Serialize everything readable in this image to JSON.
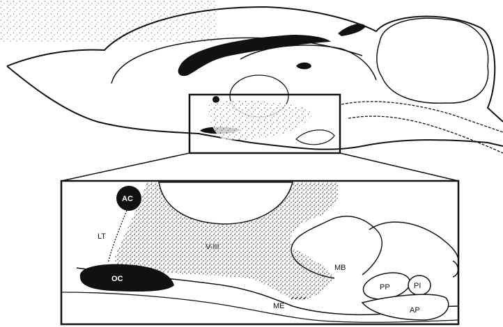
{
  "labels": {
    "ac": "AC",
    "lt": "LT",
    "v3": "V-III",
    "oc": "OC",
    "mb": "MB",
    "pp": "PP",
    "pi": "PI",
    "me": "ME",
    "ap": "AP"
  },
  "colors": {
    "ink": "#111111",
    "background": "#ffffff"
  }
}
